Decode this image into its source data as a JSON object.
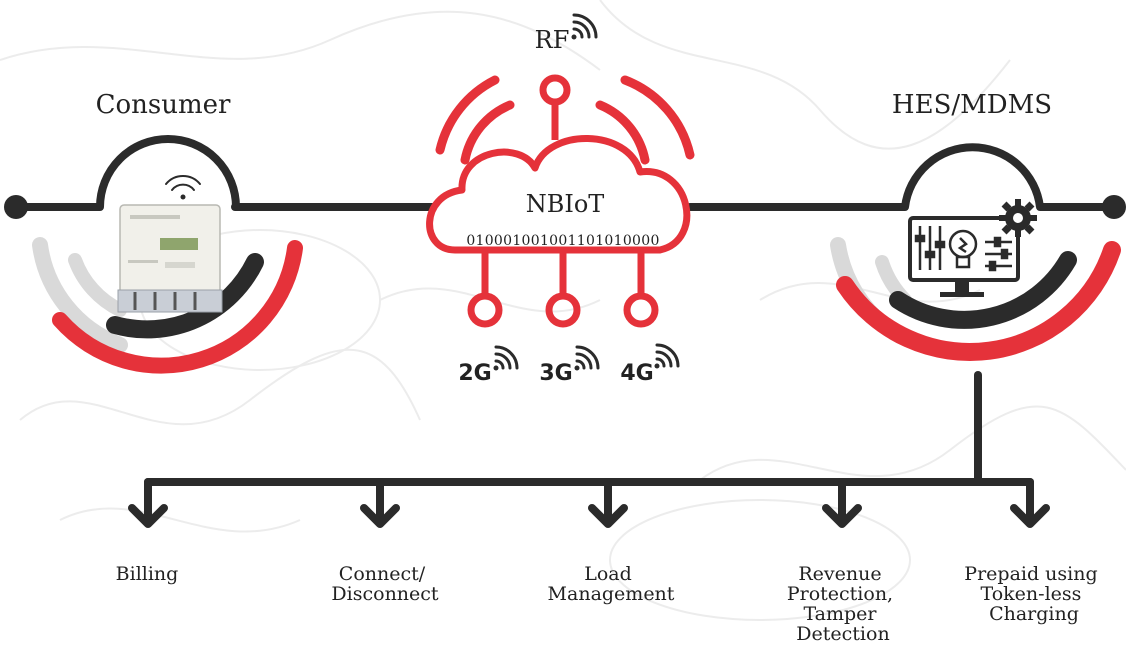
{
  "nodes": {
    "consumer_label": "Consumer",
    "hes_label": "HES/MDMS",
    "rf_label": "RF",
    "cloud_label": "NBIoT",
    "binary_string": "010001001001101010000",
    "networks": [
      "2G",
      "3G",
      "4G"
    ]
  },
  "outputs": [
    {
      "line1": "Billing",
      "line2": "",
      "line3": "",
      "line4": ""
    },
    {
      "line1": "Connect/",
      "line2": "Disconnect",
      "line3": "",
      "line4": ""
    },
    {
      "line1": "Load",
      "line2": "Management",
      "line3": "",
      "line4": ""
    },
    {
      "line1": "Revenue",
      "line2": "Protection,",
      "line3": "Tamper",
      "line4": "Detection"
    },
    {
      "line1": "Prepaid using",
      "line2": "Token-less",
      "line3": "Charging",
      "line4": ""
    }
  ],
  "colors": {
    "accent_red": "#e5323a",
    "dark": "#2b2b2b",
    "light_gray": "#d9d9d9",
    "background_pattern": "#ececec"
  }
}
